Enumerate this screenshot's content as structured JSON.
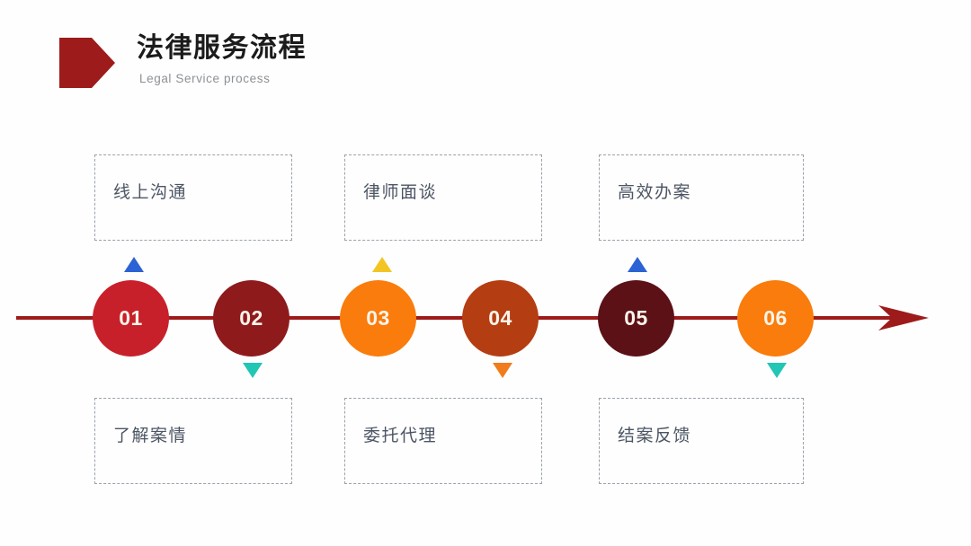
{
  "header": {
    "title": "法律服务流程",
    "subtitle": "Legal Service process",
    "mark_icon": "pentagon-arrow-icon",
    "mark_color": "#9e1b1b"
  },
  "timeline": {
    "axis_color": "#9e1b1b",
    "arrow_icon": "right-arrowhead-icon",
    "steps": [
      {
        "number": "01",
        "color": "#c8202a",
        "marker": {
          "icon": "triangle-up-icon",
          "direction": "up",
          "color": "#2b62d4"
        },
        "caption": {
          "text": "线上沟通",
          "position": "top"
        }
      },
      {
        "number": "02",
        "color": "#8e1a1c",
        "marker": {
          "icon": "triangle-down-icon",
          "direction": "down",
          "color": "#21c7b4"
        },
        "caption": {
          "text": "了解案情",
          "position": "bottom"
        }
      },
      {
        "number": "03",
        "color": "#f97c0c",
        "marker": {
          "icon": "triangle-up-icon",
          "direction": "up",
          "color": "#f2c524"
        },
        "caption": {
          "text": "律师面谈",
          "position": "top"
        }
      },
      {
        "number": "04",
        "color": "#b43d12",
        "marker": {
          "icon": "triangle-down-icon",
          "direction": "down",
          "color": "#f07c1c"
        },
        "caption": {
          "text": "委托代理",
          "position": "bottom"
        }
      },
      {
        "number": "05",
        "color": "#5c1117",
        "marker": {
          "icon": "triangle-up-icon",
          "direction": "up",
          "color": "#2b62d4"
        },
        "caption": {
          "text": "高效办案",
          "position": "top"
        }
      },
      {
        "number": "06",
        "color": "#f97c0c",
        "marker": {
          "icon": "triangle-down-icon",
          "direction": "down",
          "color": "#21c7b4"
        },
        "caption": {
          "text": "结案反馈",
          "position": "bottom"
        }
      }
    ]
  },
  "captions_top": [
    {
      "text": "线上沟通"
    },
    {
      "text": "律师面谈"
    },
    {
      "text": "高效办案"
    }
  ],
  "captions_bottom": [
    {
      "text": "了解案情"
    },
    {
      "text": "委托代理"
    },
    {
      "text": "结案反馈"
    }
  ]
}
